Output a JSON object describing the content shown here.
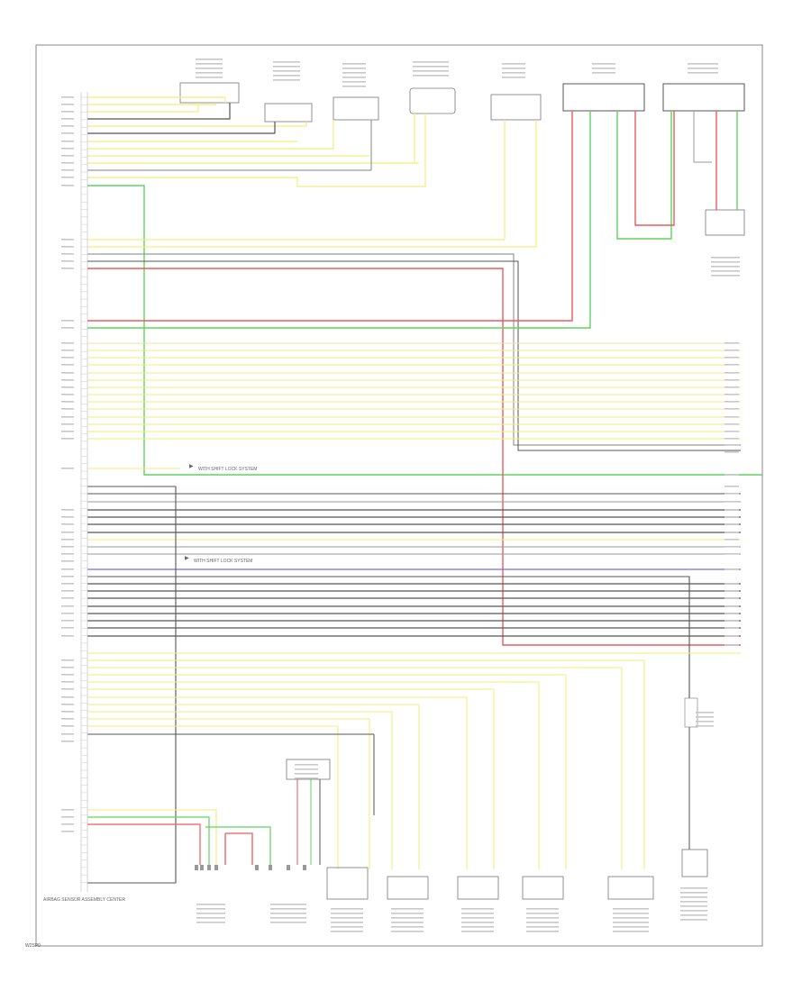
{
  "diagram": {
    "annotation_top": "WITH SHIFT LOCK SYSTEM",
    "annotation_mid": "WITH SHIFT LOCK SYSTEM",
    "module_label": "AIRBAG SENSOR ASSEMBLY CENTER",
    "footer_code": "W2SP0"
  },
  "colors": {
    "yellow": "#f2ee7a",
    "green": "#5fd35f",
    "red": "#ee5a5a",
    "blue": "#6f6fee",
    "black": "#555555",
    "gray": "#9a9a9a",
    "frame": "#888888"
  }
}
